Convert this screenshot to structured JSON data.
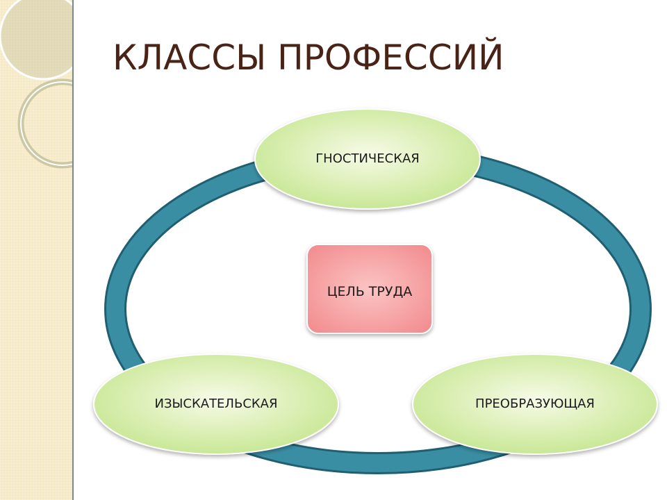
{
  "slide": {
    "title": "КЛАССЫ ПРОФЕССИЙ"
  },
  "diagram": {
    "center": {
      "label": "ЦЕЛЬ ТРУДА"
    },
    "nodes": [
      {
        "id": "top",
        "label": "ГНОСТИЧЕСКАЯ"
      },
      {
        "id": "left",
        "label": "ИЗЫСКАТЕЛЬСКАЯ"
      },
      {
        "id": "right",
        "label": "ПРЕОБРАЗУЮЩАЯ"
      }
    ]
  },
  "colors": {
    "title": "#4a2317",
    "ring": "#2f8497",
    "node_fill": "#cdea9a",
    "center_fill": "#f7a9aa",
    "side_panel": "#f5e9c6"
  }
}
